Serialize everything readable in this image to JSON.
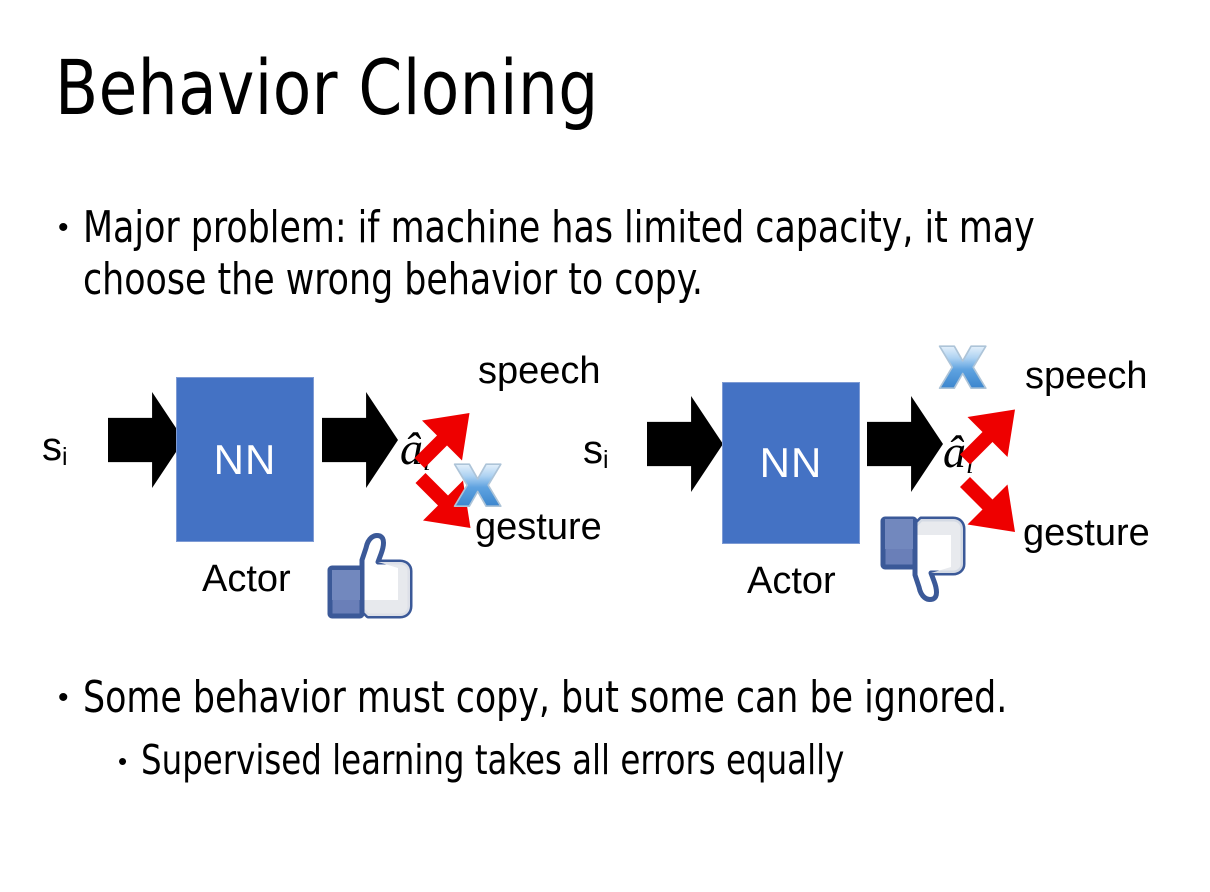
{
  "slide": {
    "title": "Behavior Cloning",
    "background_color": "#FFFFFF"
  },
  "bullets": [
    {
      "marker": "•",
      "text": "Major problem: if machine has limited capacity, it may choose the wrong behavior to copy.",
      "level": 1
    },
    {
      "marker": "•",
      "text": "Some behavior must copy, but some can be ignored.",
      "level": 1
    },
    {
      "marker": "•",
      "text": "Supervised learning takes all errors equally",
      "level": 2
    }
  ],
  "diagrams": [
    {
      "id": "left",
      "state_label": "s",
      "state_subscript": "i",
      "box_label": "NN",
      "box_color": "#4472C4",
      "caption": "Actor",
      "action_label": "â",
      "action_subscript": "i",
      "outputs": [
        {
          "name": "speech",
          "crossed_out": false
        },
        {
          "name": "gesture",
          "crossed_out": true
        }
      ],
      "verdict_icon": "thumbs-up-icon",
      "arrow_color": "#EE0000",
      "cross_color": "#3F8FE0"
    },
    {
      "id": "right",
      "state_label": "s",
      "state_subscript": "i",
      "box_label": "NN",
      "box_color": "#4472C4",
      "caption": "Actor",
      "action_label": "â",
      "action_subscript": "i",
      "outputs": [
        {
          "name": "speech",
          "crossed_out": true
        },
        {
          "name": "gesture",
          "crossed_out": false
        }
      ],
      "verdict_icon": "thumbs-down-icon",
      "arrow_color": "#EE0000",
      "cross_color": "#3F8FE0"
    }
  ]
}
